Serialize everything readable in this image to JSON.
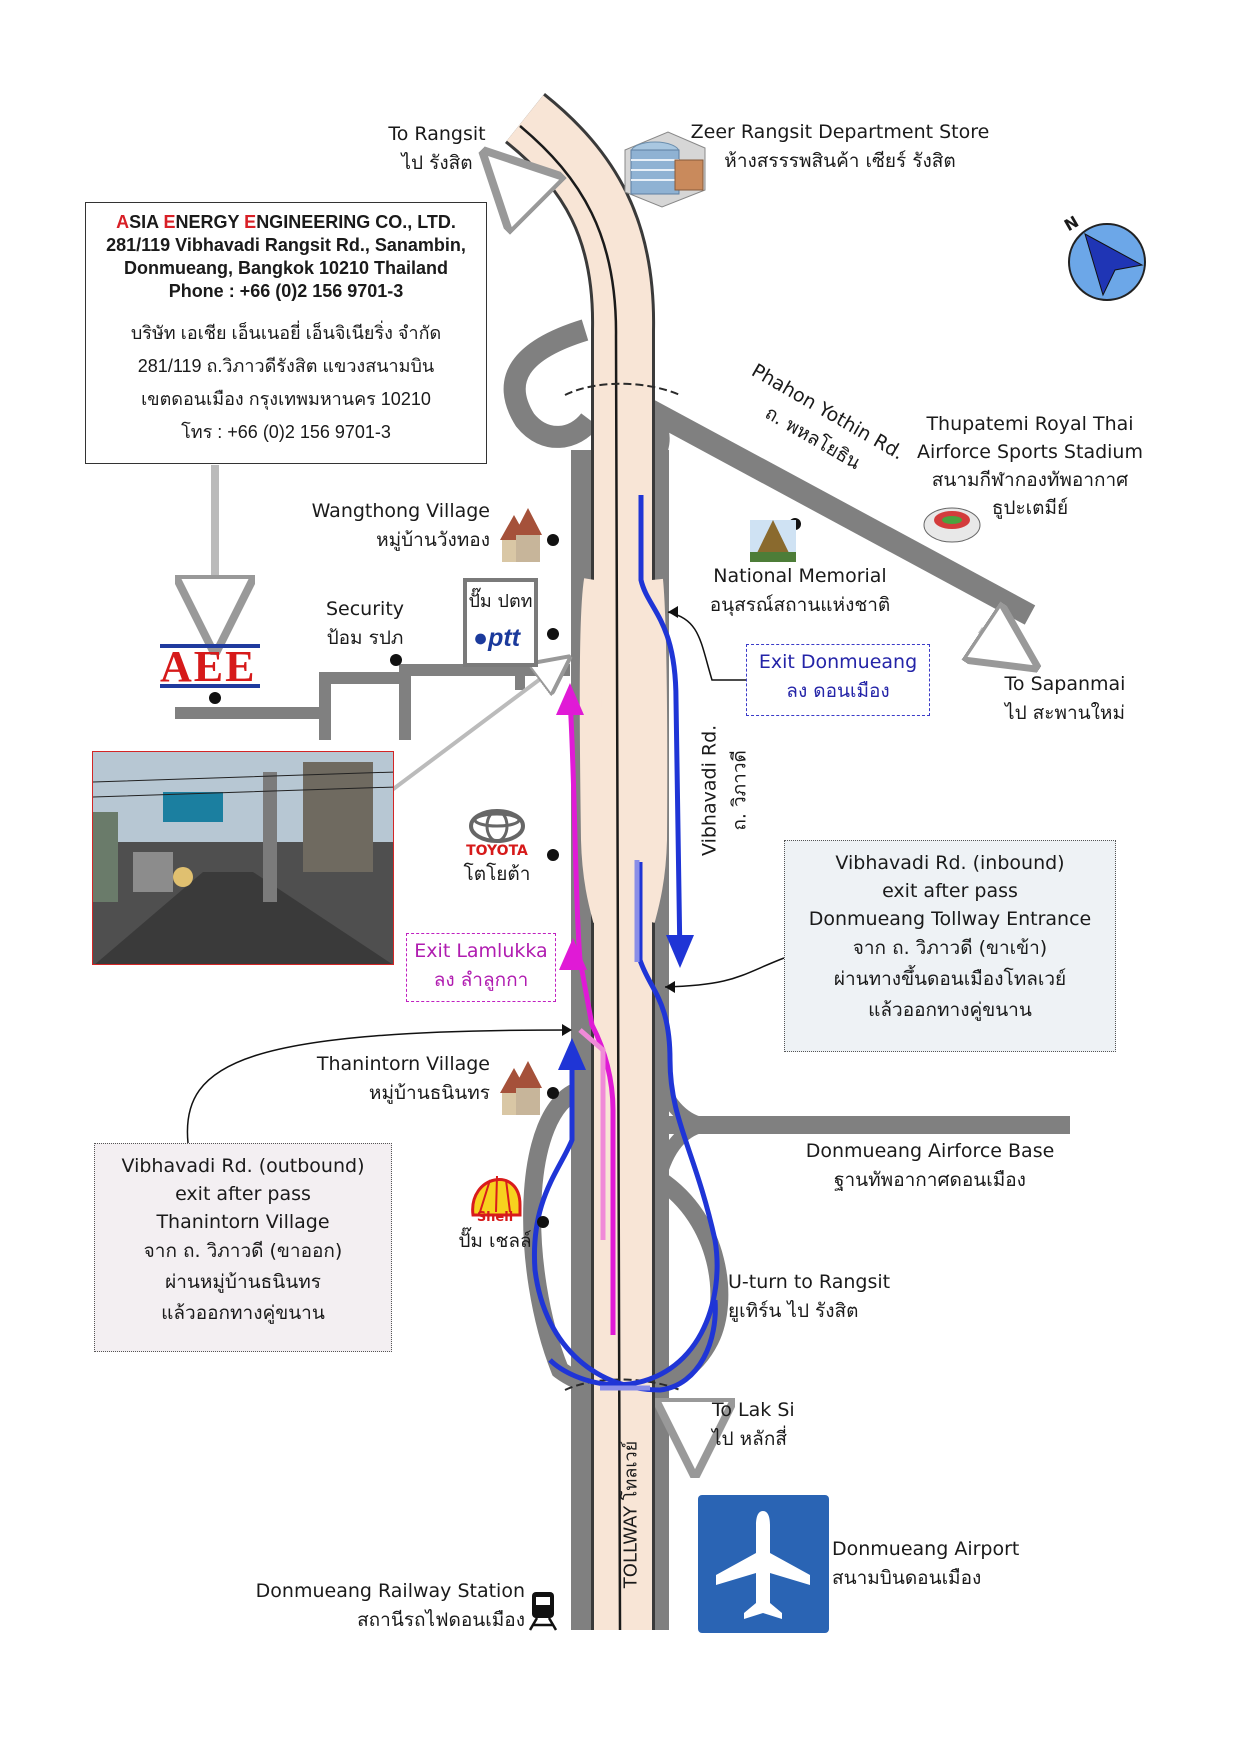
{
  "company": {
    "name_prefix_letters": [
      "A",
      "E",
      "E"
    ],
    "name_en_parts": [
      "A",
      "SIA ",
      "E",
      "NERGY ",
      "E",
      "NGINEERING CO., LTD."
    ],
    "address_en_1": "281/119 Vibhavadi Rangsit Rd., Sanambin,",
    "address_en_2": "Donmueang, Bangkok 10210 Thailand",
    "phone_en": "Phone : +66 (0)2 156 9701-3",
    "name_th": "บริษัท เอเชีย เอ็นเนอยี่ เอ็นจิเนียริ่ง จำกัด",
    "address_th_1": "281/119 ถ.วิภาวดีรังสิต แขวงสนามบิน",
    "address_th_2": "เขตดอนเมือง กรุงเทพมหานคร 10210",
    "phone_th": "โทร : +66 (0)2 156 9701-3",
    "logo": "AEE"
  },
  "labels": {
    "to_rangsit_en": "To Rangsit",
    "to_rangsit_th": "ไป รังสิต",
    "zeer_en": "Zeer Rangsit Department Store",
    "zeer_th": "ห้างสรรรพสินค้า เซียร์ รังสิต",
    "phahon_en": "Phahon Yothin Rd.",
    "phahon_th": "ถ. พหลโยธิน",
    "thupatemi_en_1": "Thupatemi Royal Thai",
    "thupatemi_en_2": "Airforce Sports Stadium",
    "thupatemi_th_1": "สนามกีฬากองทัพอากาศ",
    "thupatemi_th_2": "ธูปะเตมีย์",
    "wangthong_en": "Wangthong Village",
    "wangthong_th": "หมู่บ้านวังทอง",
    "national_memorial_en": "National Memorial",
    "national_memorial_th": "อนุสรณ์สถานแห่งชาติ",
    "security_en": "Security",
    "security_th": "ป้อม รปภ",
    "ptt_th": "ปั๊ม ปตท",
    "ptt_logo": "ptt",
    "exit_donmueang_en": "Exit Donmueang",
    "exit_donmueang_th": "ลง ดอนเมือง",
    "to_sapanmai_en": "To Sapanmai",
    "to_sapanmai_th": "ไป สะพานใหม่",
    "vibhavadi_en": "Vibhavadi Rd.",
    "vibhavadi_th": "ถ. วิภาวดี",
    "toyota_logo": "TOYOTA",
    "toyota_th": "โตโยต้า",
    "exit_lamlukka_en": "Exit Lamlukka",
    "exit_lamlukka_th": "ลง ลำลูกกา",
    "thanintorn_en": "Thanintorn Village",
    "thanintorn_th": "หมู่บ้านธนินทร",
    "airforce_base_en": "Donmueang Airforce Base",
    "airforce_base_th": "ฐานทัพอากาศดอนเมือง",
    "shell_logo": "Shell",
    "shell_th": "ปั๊ม เชลล์",
    "uturn_en": "U-turn  to Rangsit",
    "uturn_th": "ยูเทิร์น ไป รังสิต",
    "to_laksi_en": "To Lak Si",
    "to_laksi_th": "ไป หลักสี่",
    "tollway": "TOLLWAY โทลเวย์",
    "airport_en": "Donmueang Airport",
    "airport_th": "สนามบินดอนเมือง",
    "railway_en": "Donmueang Railway Station",
    "railway_th": "สถานีรถไฟดอนเมือง",
    "compass": "N"
  },
  "inbound_note": [
    "Vibhavadi Rd. (inbound)",
    "exit after pass",
    "Donmueang Tollway Entrance",
    "จาก ถ. วิภาวดี (ขาเข้า)",
    "ผ่านทางขึ้นดอนเมืองโทลเวย์",
    "แล้วออกทางคู่ขนาน"
  ],
  "outbound_note": [
    "Vibhavadi Rd. (outbound)",
    "exit after pass",
    "Thanintorn Village",
    "จาก ถ. วิภาวดี (ขาออก)",
    "ผ่านหมู่บ้านธนินทร",
    "แล้วออกทางคู่ขนาน"
  ],
  "colors": {
    "road": "#808080",
    "tollway": "#f8e5d6",
    "route_inbound": "#1f35d6",
    "route_outbound": "#e01ad6",
    "route_outbound_light": "#f08ad8",
    "route_inbound_light": "#8a8ee8"
  }
}
